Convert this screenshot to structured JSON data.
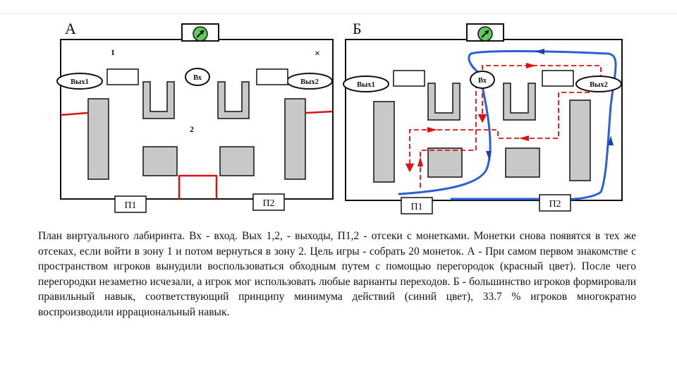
{
  "panels": {
    "a": {
      "letter": "А",
      "zone1": "1",
      "zone2": "2",
      "cross": "×",
      "exit1": "Вых1",
      "exit2": "Вых2",
      "entry": "Вх",
      "p1": "П1",
      "p2": "П2"
    },
    "b": {
      "letter": "Б",
      "exit1": "Вых1",
      "exit2": "Вых2",
      "entry": "Вх",
      "p1": "П1",
      "p2": "П2"
    }
  },
  "colors": {
    "barrier": "#dd1111",
    "optimal_path": "#2b5fd9",
    "irrational_path": "#dd1111",
    "compass": "#5ccc5c",
    "wall_fill": "#c8c8c8"
  },
  "icons": [
    "compass-icon",
    "compass-icon"
  ],
  "caption": "План виртуального лабиринта. Вх - вход. Вых 1,2, - выходы, П1,2 - отсеки с монетками. Монетки снова появятся в тех же отсеках, если войти в зону 1 и потом вернуться в зону 2. Цель игры - собрать 20 монеток. А - При самом первом знакомстве с пространством игроков вынудили воспользоваться обходным путем с помощью перегородок (красный цвет). После чего перегородки незаметно исчезали, а игрок мог использовать любые варианты переходов. Б - большинство игроков формировали правильный навык, соответствующий принципу минимума действий (синий цвет), 33.7 % игроков многократно воспроизводили иррациональный навык."
}
